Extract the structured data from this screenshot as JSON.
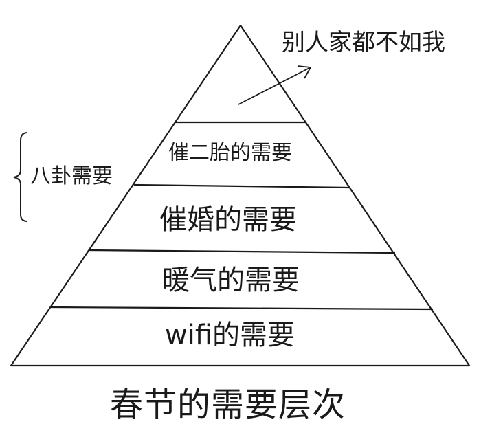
{
  "annotation": "别人家都不如我",
  "levels": [
    {
      "label": "wifi的需要"
    },
    {
      "label": "暖气的需要"
    },
    {
      "label": "催婚的需要"
    },
    {
      "label": "催二胎的需要"
    },
    {
      "label": ""
    }
  ],
  "bracket_label": "八卦需要",
  "caption": "春节的需要层次",
  "colors": {
    "ink": "#1a1a1a",
    "background": "#ffffff"
  }
}
